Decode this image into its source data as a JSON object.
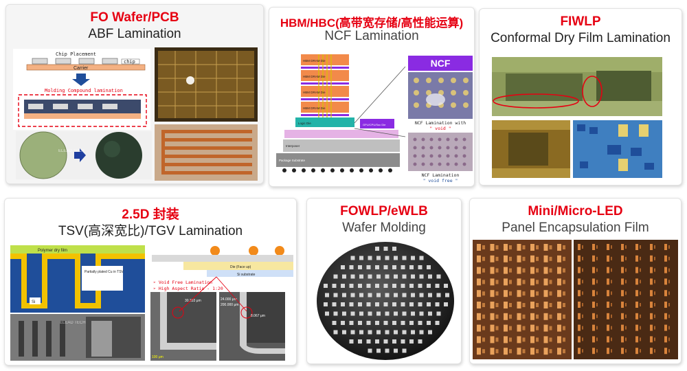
{
  "panels": {
    "fo_wafer": {
      "title": "FO Wafer/PCB",
      "subtitle": "ABF Lamination",
      "diagram": {
        "chip_placement": "Chip Placement",
        "chip": "chip",
        "carrier": "Carrier",
        "molding": "Molding Compound lamination"
      },
      "watermark": "ELEAD TECH"
    },
    "hbm": {
      "title": "HBM/HBC(高带宽存储/高性能运算)",
      "subtitle": "NCF Lamination",
      "stack": {
        "dram_dies": [
          "HBM DRAM Die",
          "HBM DRAM Die",
          "HBM DRAM Die",
          "HBM DRAM Die"
        ],
        "logic_die": "Logic Die",
        "interposer": "Interposer",
        "package_substrate": "Package Substrate",
        "gpu": "GPU/CPU/Soc Die"
      },
      "ncf_label": "NCF",
      "caption_void_1": "NCF Lamination with",
      "caption_void_2": "\" void \"",
      "caption_free_1": "NCF Lamination",
      "caption_free_2": "\" void free \""
    },
    "fiwlp": {
      "title": "FIWLP",
      "subtitle": "Conformal Dry Film Lamination"
    },
    "tsv": {
      "title": "2.5D 封装",
      "subtitle": "TSV(高深宽比)/TGV Lamination",
      "diagram": {
        "polymer": "Polymer dry film",
        "cu": "Partially plated Cu in TSV",
        "si": "Si"
      },
      "die_label": "Die (Face up)",
      "substrate_label": "Si substrate",
      "bullets": [
        "Void Free Lamination",
        "High Aspect Ratio - 1:20"
      ],
      "sem_labels": [
        "30.333 μm",
        "24.000 μm",
        "200.000 μm",
        "8.067 μm",
        "100 μm"
      ],
      "watermark": "ELEAD TECH"
    },
    "fowlp": {
      "title": "FOWLP/eWLB",
      "subtitle": "Wafer Molding"
    },
    "led": {
      "title": "Mini/Micro-LED",
      "subtitle": "Panel Encapsulation Film"
    }
  },
  "colors": {
    "title_red": "#e60012",
    "ncf_purple": "#8a2be2",
    "dram_orange": "#f28a4a",
    "logic_teal": "#23b3a8",
    "carrier_orange": "#f4b183",
    "molding_navy": "#3c4a6b",
    "dashed_red": "#e60012",
    "polymer_yellow": "#f2c200",
    "si_blue": "#1f4e9a",
    "led_brown": "#6a3a1c",
    "led_pad": "#e9a25c"
  }
}
